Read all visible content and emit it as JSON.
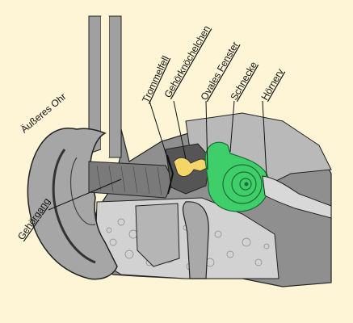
{
  "labels": {
    "outer_ear": "Äußeres Ohr",
    "ear_canal": "Gehörgang",
    "eardrum": "Trommelfell",
    "ossicles": "Gehörknöchelchen",
    "oval_window": "Ovales Fenster",
    "cochlea": "Schnecke",
    "auditory_nerve": "Hörnerv"
  },
  "colors": {
    "background": "#fdf5d5",
    "cochlea": "#3fcf6a",
    "ossicles": "#f3d56a",
    "tissue": "#9a9a9a",
    "bone": "#c8c8c8"
  }
}
